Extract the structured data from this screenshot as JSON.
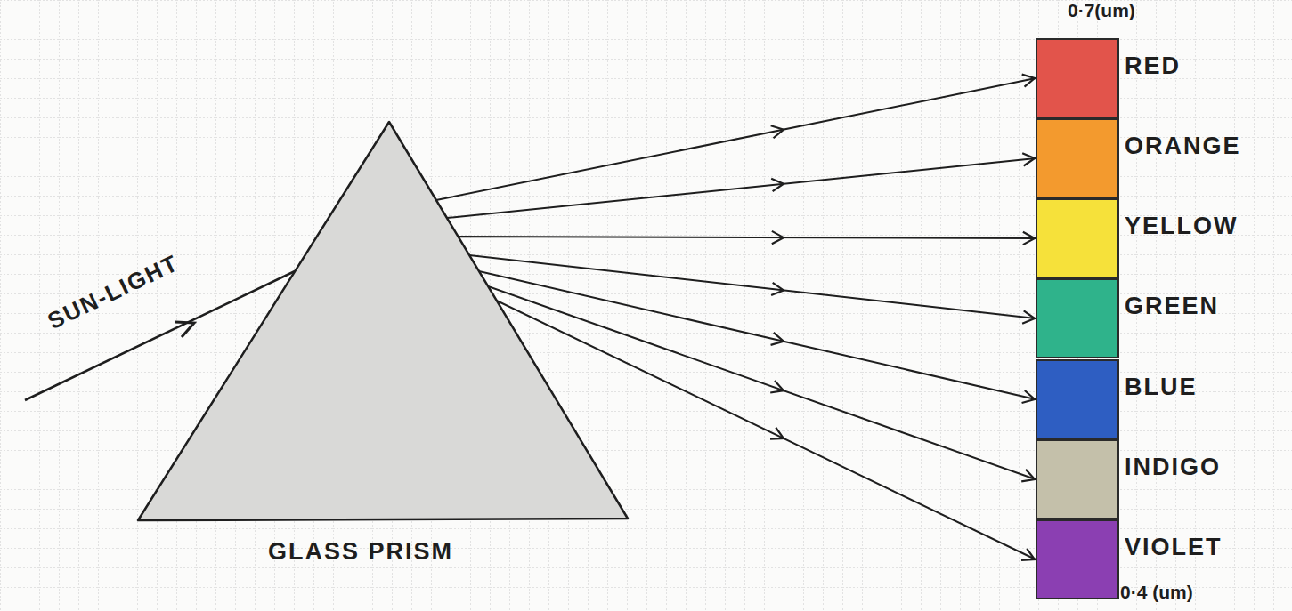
{
  "diagram": {
    "nodes": [
      {
        "text": [
          "GLASS PRISM"
        ]
      },
      {
        "text": [
          "RED"
        ]
      },
      {
        "text": [
          "ORANGE"
        ]
      },
      {
        "text": [
          "YELLOW"
        ]
      },
      {
        "text": [
          "GREEN"
        ]
      },
      {
        "text": [
          "BLUE"
        ]
      },
      {
        "text": [
          "INDIGO"
        ]
      },
      {
        "text": [
          "VIOLET"
        ]
      }
    ],
    "edges": [
      {
        "from": 0,
        "to": 1,
        "arrow": "to"
      },
      {
        "from": 0,
        "to": 2,
        "arrow": "to"
      },
      {
        "from": 0,
        "to": 3,
        "arrow": "to"
      },
      {
        "from": 0,
        "to": 4,
        "arrow": "to"
      },
      {
        "from": 0,
        "to": 5,
        "arrow": "to"
      },
      {
        "from": 0,
        "to": 6,
        "arrow": "to"
      },
      {
        "from": 0,
        "to": 7,
        "arrow": "to"
      }
    ],
    "labels": [
      "SUN-LIGHT",
      "0·7(um)",
      "0·4 (um)"
    ]
  }
}
